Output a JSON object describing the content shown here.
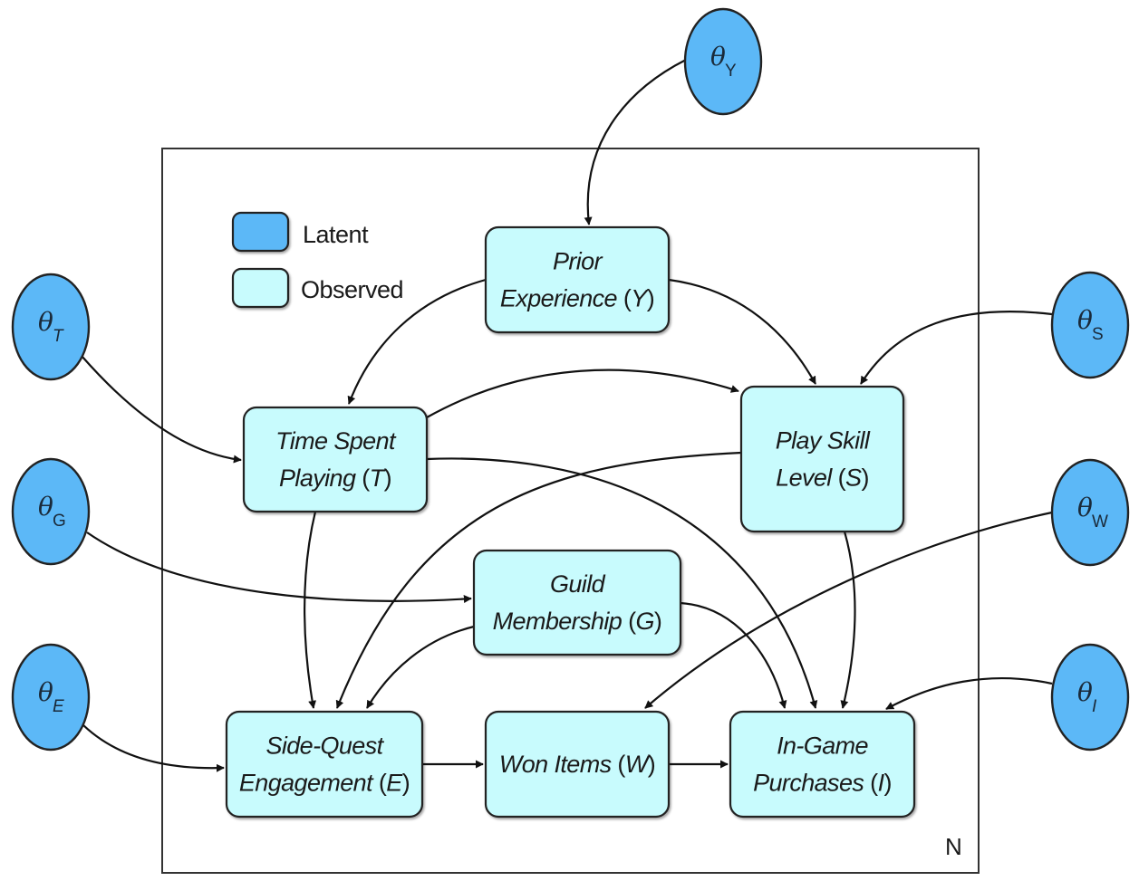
{
  "diagram": {
    "title": "Plate diagram of game player behavior model",
    "plate": {
      "label": "N"
    },
    "legend": {
      "items": [
        {
          "kind": "latent",
          "label": "Latent",
          "color": "#5cb8f7"
        },
        {
          "kind": "observed",
          "label": "Observed",
          "color": "#c8fbfd"
        }
      ]
    },
    "colors": {
      "latent_fill": "#5cb8f7",
      "observed_fill": "#c8fbfd",
      "stroke": "#222222"
    },
    "observed_nodes": [
      {
        "id": "Y",
        "lines": [
          "Prior",
          "Experience"
        ],
        "symbol": "Y"
      },
      {
        "id": "T",
        "lines": [
          "Time Spent",
          "Playing"
        ],
        "symbol": "T"
      },
      {
        "id": "S",
        "lines": [
          "Play Skill",
          "Level"
        ],
        "symbol": "S"
      },
      {
        "id": "G",
        "lines": [
          "Guild",
          "Membership"
        ],
        "symbol": "G"
      },
      {
        "id": "E",
        "lines": [
          "Side-Quest",
          "Engagement"
        ],
        "symbol": "E"
      },
      {
        "id": "W",
        "lines": [
          "Won Items"
        ],
        "symbol": "W"
      },
      {
        "id": "I",
        "lines": [
          "In-Game",
          "Purchases"
        ],
        "symbol": "I"
      }
    ],
    "latent_nodes": [
      {
        "id": "thY",
        "symbol": "θ",
        "subscript": "Y",
        "target": "Y"
      },
      {
        "id": "thT",
        "symbol": "θ",
        "subscript": "T",
        "target": "T"
      },
      {
        "id": "thG",
        "symbol": "θ",
        "subscript": "G",
        "target": "G"
      },
      {
        "id": "thE",
        "symbol": "θ",
        "subscript": "E",
        "target": "E"
      },
      {
        "id": "thS",
        "symbol": "θ",
        "subscript": "S",
        "target": "S"
      },
      {
        "id": "thW",
        "symbol": "θ",
        "subscript": "W",
        "target": "W"
      },
      {
        "id": "thI",
        "symbol": "θ",
        "subscript": "I",
        "target": "I"
      }
    ],
    "edges": [
      {
        "from": "thY",
        "to": "Y"
      },
      {
        "from": "thT",
        "to": "T"
      },
      {
        "from": "thG",
        "to": "G"
      },
      {
        "from": "thE",
        "to": "E"
      },
      {
        "from": "thS",
        "to": "S"
      },
      {
        "from": "thW",
        "to": "W"
      },
      {
        "from": "thI",
        "to": "I"
      },
      {
        "from": "Y",
        "to": "T"
      },
      {
        "from": "Y",
        "to": "S"
      },
      {
        "from": "T",
        "to": "S"
      },
      {
        "from": "T",
        "to": "E"
      },
      {
        "from": "T",
        "to": "I"
      },
      {
        "from": "S",
        "to": "E"
      },
      {
        "from": "S",
        "to": "I"
      },
      {
        "from": "G",
        "to": "E"
      },
      {
        "from": "G",
        "to": "I"
      },
      {
        "from": "E",
        "to": "W"
      },
      {
        "from": "W",
        "to": "I"
      }
    ]
  }
}
